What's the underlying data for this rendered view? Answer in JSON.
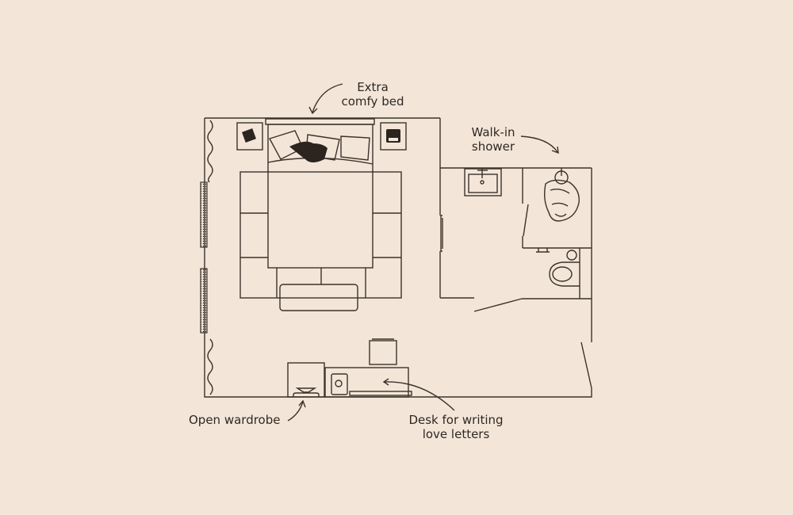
{
  "labels": {
    "bed": [
      "Extra",
      "comfy bed"
    ],
    "shower": [
      "Walk-in",
      "shower"
    ],
    "wardrobe": "Open wardrobe",
    "desk": [
      "Desk for writing",
      "love letters"
    ]
  },
  "colors": {
    "background": "#f3e6d9",
    "line": "#3b322b"
  }
}
